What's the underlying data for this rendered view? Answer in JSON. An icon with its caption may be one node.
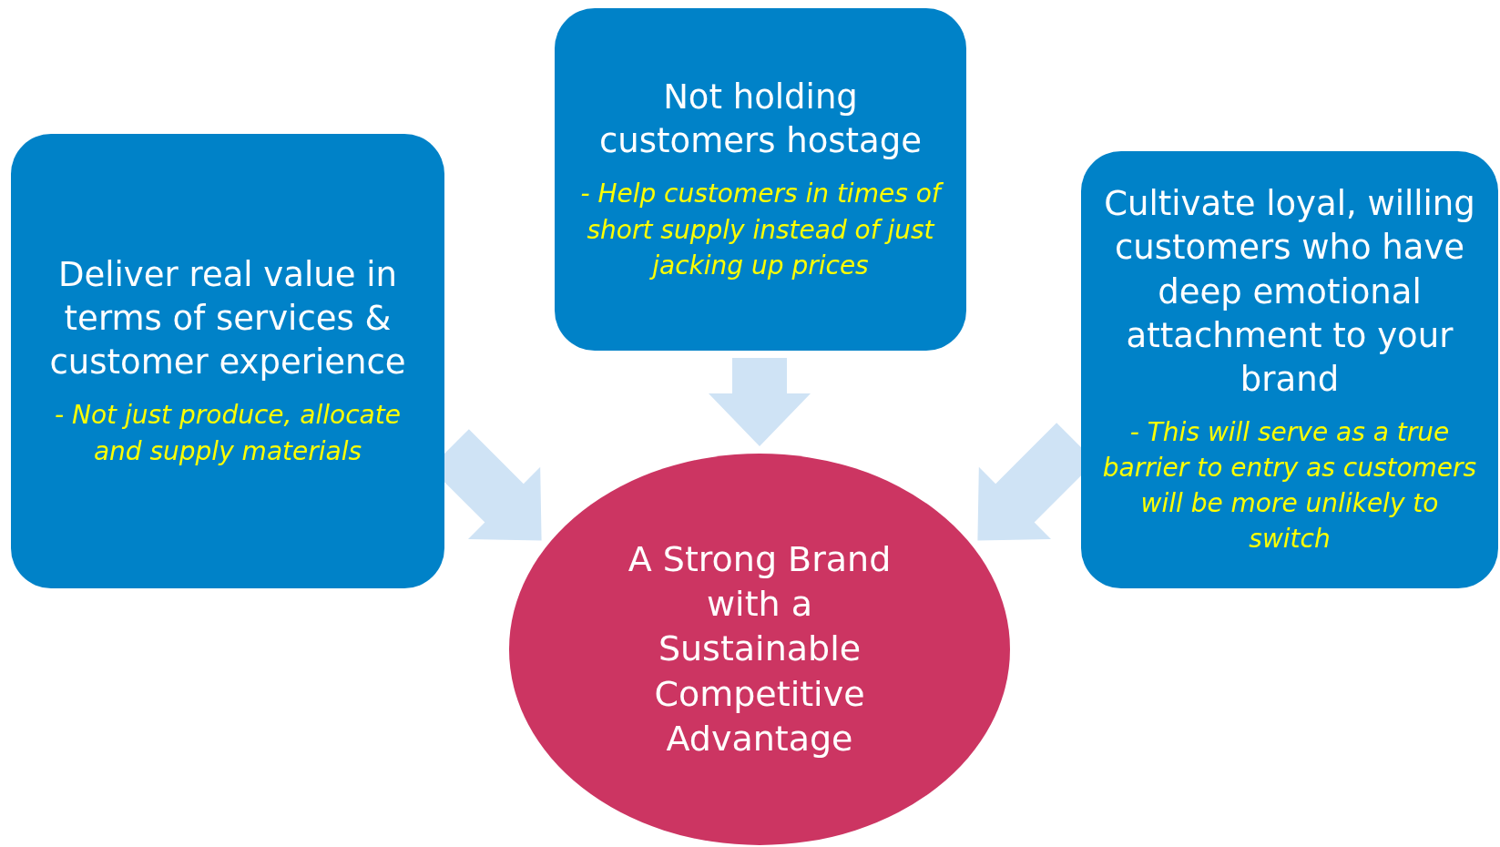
{
  "diagram": {
    "nodes": [
      {
        "text": [
          "Deliver real value in terms of services & customer experience",
          "- Not just produce, allocate and supply materials"
        ]
      },
      {
        "text": [
          "Not holding customers hostage",
          "- Help customers in times of short supply instead of just jacking up prices"
        ]
      },
      {
        "text": [
          "Cultivate loyal, willing customers who have deep emotional attachment to your brand",
          "- This will serve as a true barrier to entry as customers will be more unlikely to switch"
        ]
      },
      {
        "text": [
          "A Strong Brand with a Sustainable Competitive Advantage"
        ]
      }
    ],
    "edges": [
      {
        "from": 0,
        "to": 3,
        "arrow": "to"
      },
      {
        "from": 1,
        "to": 3,
        "arrow": "to"
      },
      {
        "from": 2,
        "to": 3,
        "arrow": "to"
      }
    ]
  }
}
